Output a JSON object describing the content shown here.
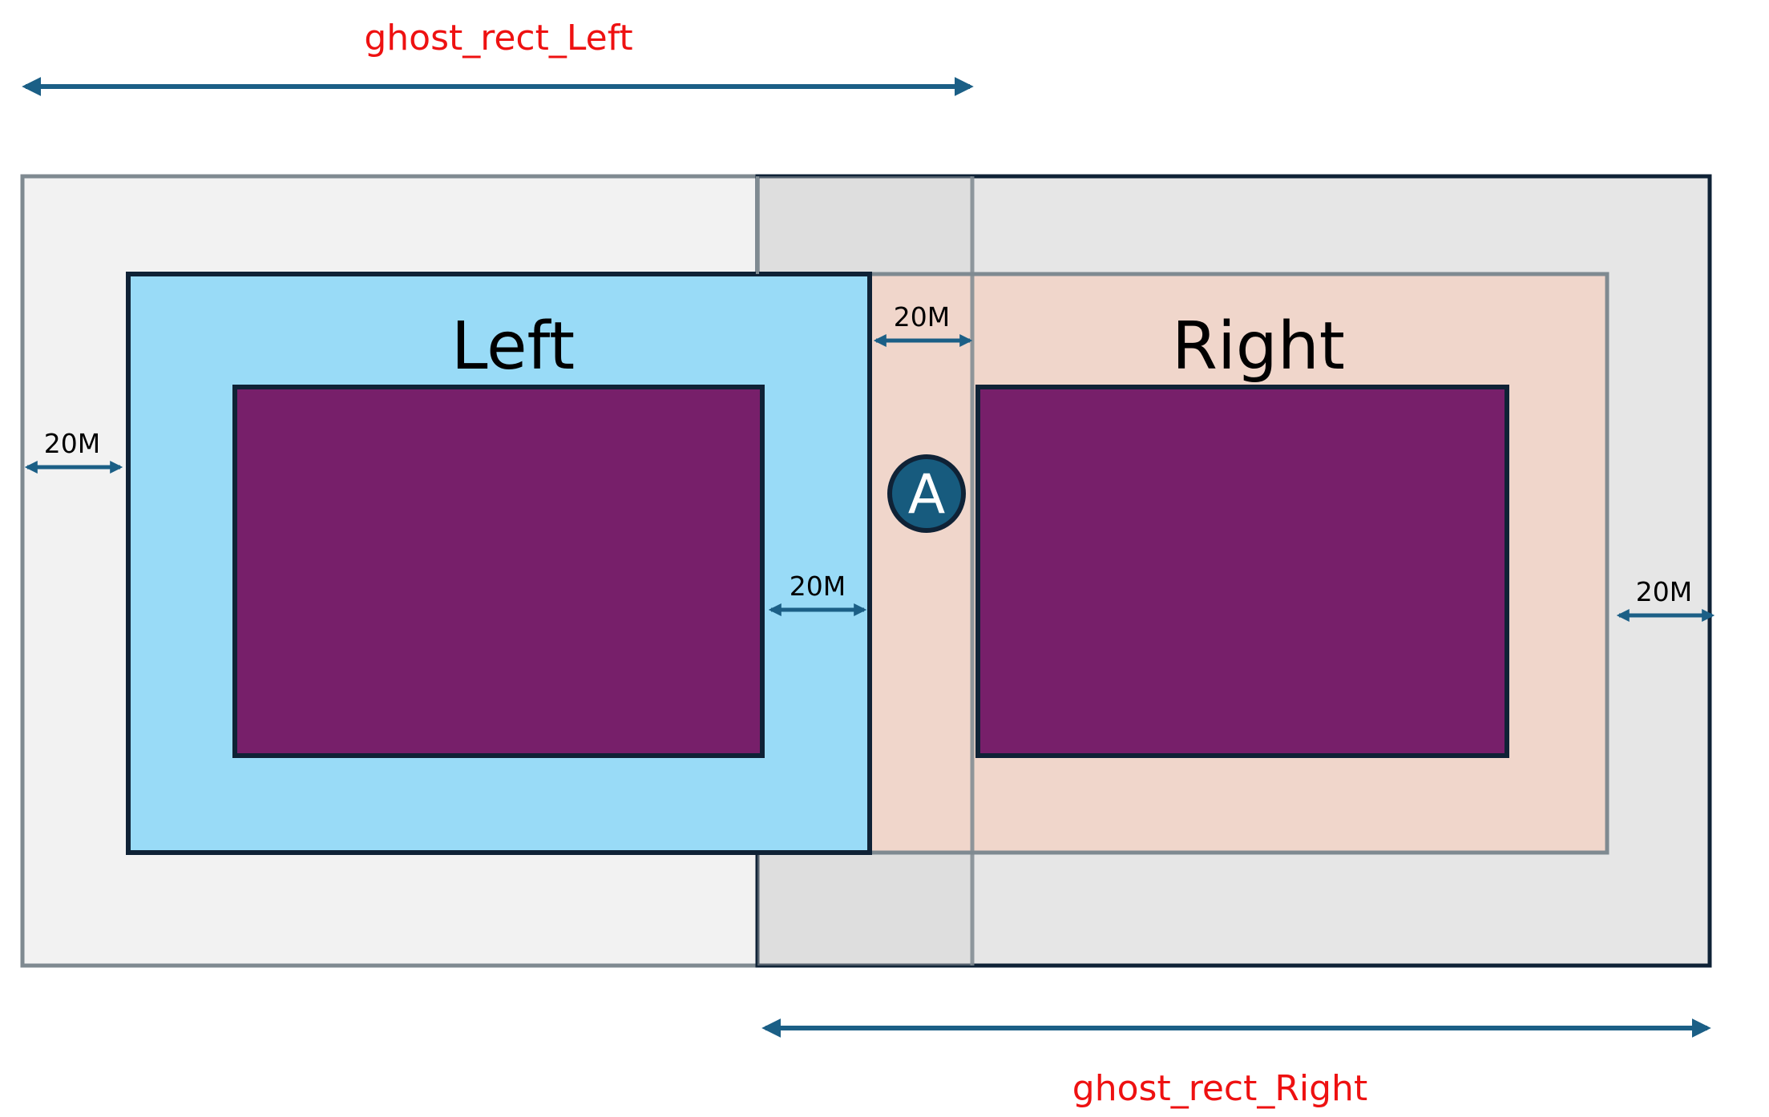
{
  "labels": {
    "ghost_left": "ghost_rect_Left",
    "ghost_right": "ghost_rect_Right",
    "left_box": "Left",
    "right_box": "Right",
    "marker": "A"
  },
  "dimensions": {
    "outer_left": "20M",
    "inner_left": "20M",
    "gap": "20M",
    "outer_right": "20M"
  },
  "colors": {
    "ghost_label": "#ee1111",
    "arrow": "#1b5f86",
    "ghost_left_fill": "#f2f2f2",
    "ghost_left_stroke": "#7f8a91",
    "ghost_right_fill": "#e6e6e6",
    "ghost_right_stroke": "#0f2236",
    "left_fill": "#99dbf7",
    "left_stroke": "#0f2236",
    "right_fill": "#f0d6cb",
    "right_stroke": "#7f8a91",
    "content_fill": "#771f6a",
    "content_stroke": "#0f2236",
    "marker_fill": "#175b7e",
    "marker_text": "#ffffff",
    "text": "#000000"
  }
}
